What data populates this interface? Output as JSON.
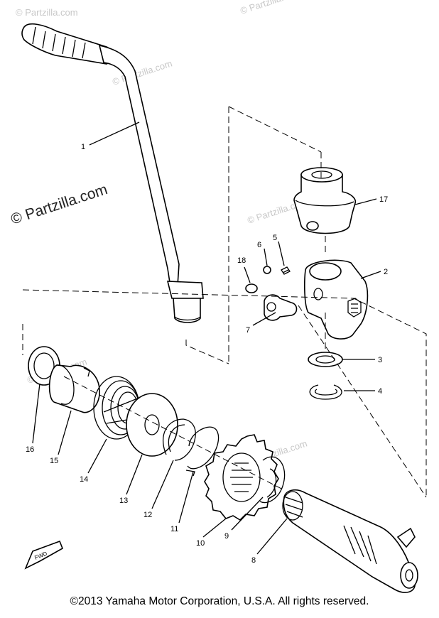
{
  "watermarks": {
    "primary": "© Partzilla.com",
    "faint": [
      "© Partzilla.com",
      "© Partzilla.com",
      "© Partzilla.com",
      "© Partzilla.com",
      "© Partzilla.com",
      "© Partzilla.com"
    ]
  },
  "fwd_marker": "FWD",
  "part_labels": [
    "1",
    "2",
    "3",
    "4",
    "5",
    "6",
    "7",
    "8",
    "9",
    "10",
    "11",
    "12",
    "13",
    "14",
    "15",
    "16",
    "17",
    "18"
  ],
  "copyright": "©2013  Yamaha Motor Corporation, U.S.A. All rights reserved."
}
